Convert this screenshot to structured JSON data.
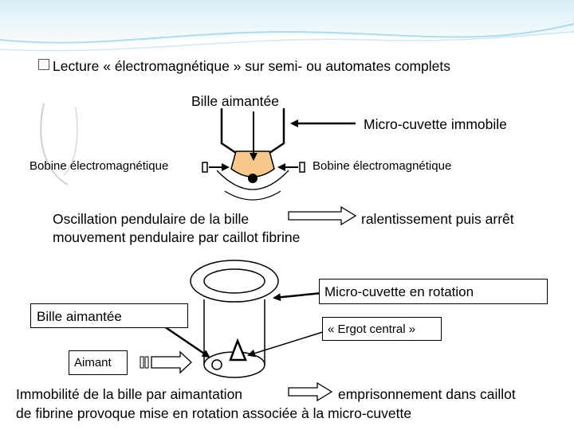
{
  "header": {
    "bullet_icon": "checkbox-bullet-icon",
    "title": "Lecture « électromagnétique » sur semi- ou automates complets"
  },
  "part1": {
    "bille_label": "Bille aimantée",
    "cuvette_label": "Micro-cuvette immobile",
    "coil_left_label": "Bobine électromagnétique",
    "coil_right_label": "Bobine électromagnétique",
    "line1_left": "Oscillation pendulaire de la bille",
    "line1_right": "ralentissement puis arrêt",
    "line2": "mouvement pendulaire par caillot fibrine"
  },
  "part2": {
    "cuvette_label": "Micro-cuvette en rotation",
    "bille_label": "Bille aimantée",
    "ergot_label": "« Ergot central »",
    "aimant_label": "Aimant",
    "line1_left": "Immobilité de la bille par aimantation",
    "line1_right": "emprisonnement dans caillot",
    "line2": "de fibrine provoque mise en rotation associée à la micro-cuvette"
  },
  "colors": {
    "background_top": "#e9f4f8",
    "swoosh": "#8fd0e6",
    "fluid": "#f7c88c",
    "arrow_outline": "#000000"
  }
}
